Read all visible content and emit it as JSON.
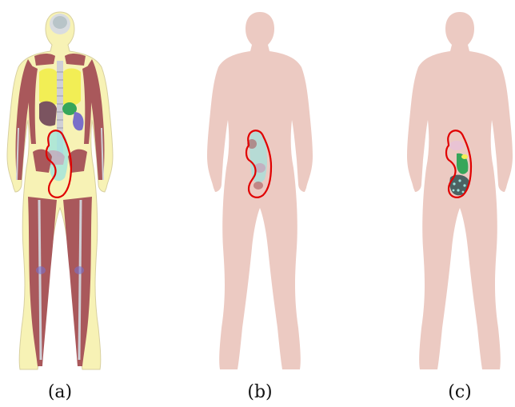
{
  "captions": {
    "a": "(a)",
    "b": "(b)",
    "c": "(c)"
  },
  "colors": {
    "silhouette": "#eccac2",
    "fat": "#f7f2b5",
    "muscle": "#a9585b",
    "lung": "#f2ee55",
    "heart_spleen": "#7a6fc9",
    "liver": "#7b5460",
    "bone": "#cfcfd6",
    "outline": "#e00000",
    "organ_cyan": "#9fe3dd",
    "organ_green": "#36a65a",
    "organ_dark": "#4b6262"
  },
  "icons": {
    "panel_a": "full-anatomy-segmentation",
    "panel_b": "abdominal-organs-highlight",
    "panel_c": "abdominal-organs-highlight-variant"
  }
}
